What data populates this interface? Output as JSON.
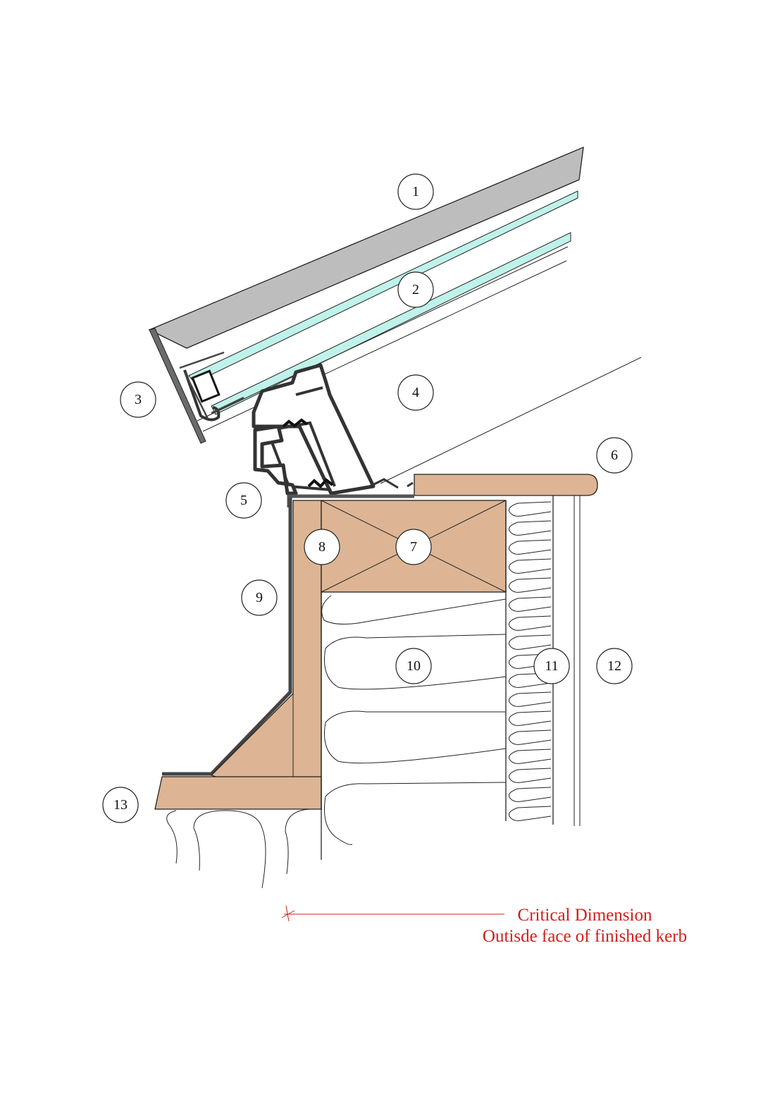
{
  "callouts": [
    {
      "id": "1",
      "label": "1"
    },
    {
      "id": "2",
      "label": "2"
    },
    {
      "id": "3",
      "label": "3"
    },
    {
      "id": "4",
      "label": "4"
    },
    {
      "id": "5",
      "label": "5"
    },
    {
      "id": "6",
      "label": "6"
    },
    {
      "id": "7",
      "label": "7"
    },
    {
      "id": "8",
      "label": "8"
    },
    {
      "id": "9",
      "label": "9"
    },
    {
      "id": "10",
      "label": "10"
    },
    {
      "id": "11",
      "label": "11"
    },
    {
      "id": "12",
      "label": "12"
    },
    {
      "id": "13",
      "label": "13"
    }
  ],
  "annotation": {
    "line1": "Critical Dimension",
    "line2": "Outisde face of finished kerb",
    "color": "#D0201C"
  },
  "colors": {
    "roof_panel": "#BDBDBD",
    "glass": "#BFF2EA",
    "timber": "#DDB594",
    "frame": "#333333"
  }
}
